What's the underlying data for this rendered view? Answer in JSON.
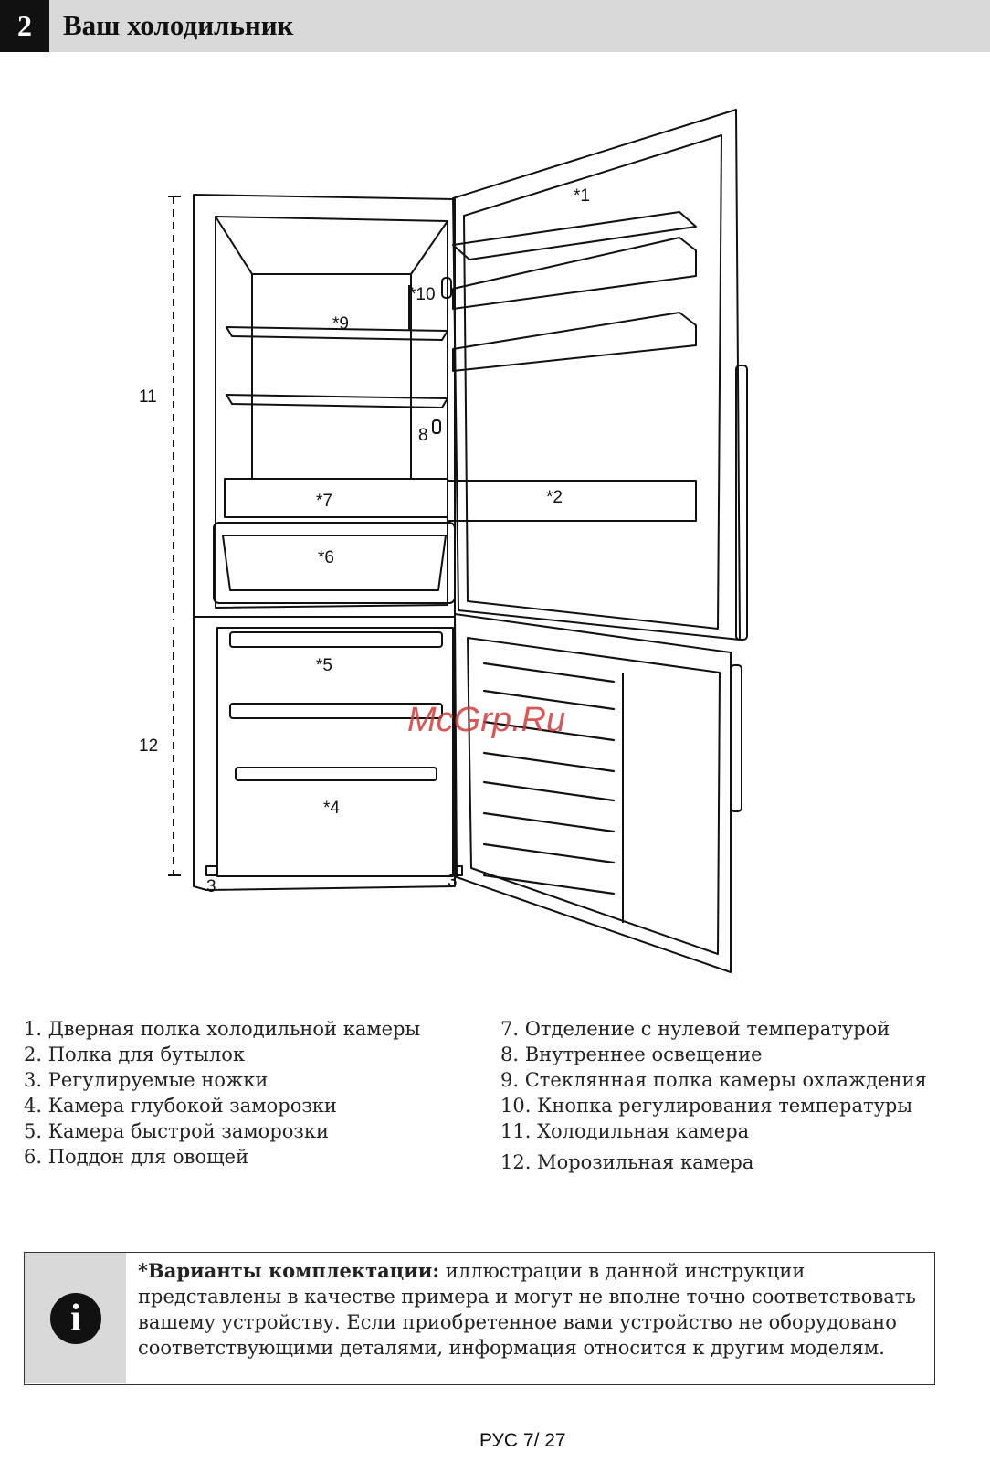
{
  "header": {
    "section_number": "2",
    "title": "Ваш холодильник"
  },
  "diagram": {
    "labels": {
      "l1": "*1",
      "l2": "*2",
      "l3a": "3",
      "l3b": "3",
      "l4": "*4",
      "l5": "*5",
      "l6": "*6",
      "l7": "*7",
      "l8": "8",
      "l9": "*9",
      "l10": "*10",
      "l11": "11",
      "l12": "12"
    },
    "watermark": "McGrp.Ru"
  },
  "legend": {
    "left": [
      "1. Дверная полка холодильной камеры",
      "2. Полка для бутылок",
      "3. Регулируемые ножки",
      "4. Камера глубокой заморозки",
      "5. Камера быстрой заморозки",
      "6. Поддон для овощей"
    ],
    "right": [
      "7. Отделение с нулевой температурой",
      "8. Внутреннее освещение",
      "9. Стеклянная полка камеры охлаждения",
      "10. Кнопка регулирования температуры",
      "11. Холодильная камера",
      "12. Морозильная камера"
    ]
  },
  "note": {
    "icon": "info-icon",
    "bold": "*Варианты комплектации:",
    "text": " иллюстрации в данной инструкции представлены в качестве примера и могут не вполне точно соответствовать вашему устройству. Если приобретенное вами устройство не оборудовано соответствующими деталями, информация относится к другим моделям."
  },
  "footer": {
    "page": "РУС 7/ 27"
  }
}
